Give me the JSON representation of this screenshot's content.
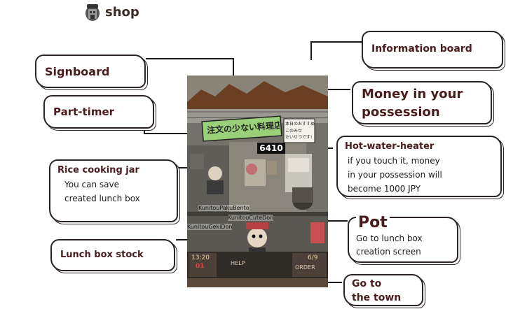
{
  "page": {
    "title": "shop",
    "icon": "rice-ball-shop-icon"
  },
  "labels": {
    "signboard": {
      "title": "Signboard"
    },
    "part_timer": {
      "title": "Part-timer"
    },
    "rice_cooking_jar": {
      "title": "Rice cooking jar",
      "desc_1": "You can save",
      "desc_2": "created lunch box"
    },
    "lunch_box_stock": {
      "title": "Lunch box stock"
    },
    "information_board": {
      "title": "Information board"
    },
    "money": {
      "title_1": "Money in your",
      "title_2": "possession"
    },
    "hot_water_heater": {
      "title": "Hot-water-heater",
      "desc_1": "if you touch it, money",
      "desc_2": "in your possession will",
      "desc_3": "become 1000 JPY"
    },
    "pot": {
      "title": "Pot",
      "desc_1": "Go to lunch box",
      "desc_2": "creation screen"
    },
    "go_to_town": {
      "title_1": "Go to",
      "title_2": "the town"
    }
  },
  "game_screen": {
    "shop_sign": "注文の少ない料理店",
    "money_value": "6410",
    "notice_1": "本日のおすすめ",
    "notice_2": "このみせ",
    "notice_3": "たいせつです!",
    "stock_items": [
      "KunitouPakuBento",
      "KunitouCuteDon",
      "KunitouGekiDon"
    ],
    "clock": "13:20",
    "day": "01",
    "help": "HELP",
    "order": "ORDER",
    "counter": "6/9"
  },
  "colors": {
    "label_text": "#4a1c1c",
    "border": "#2b2424",
    "sign_green": "#9ad07a"
  }
}
